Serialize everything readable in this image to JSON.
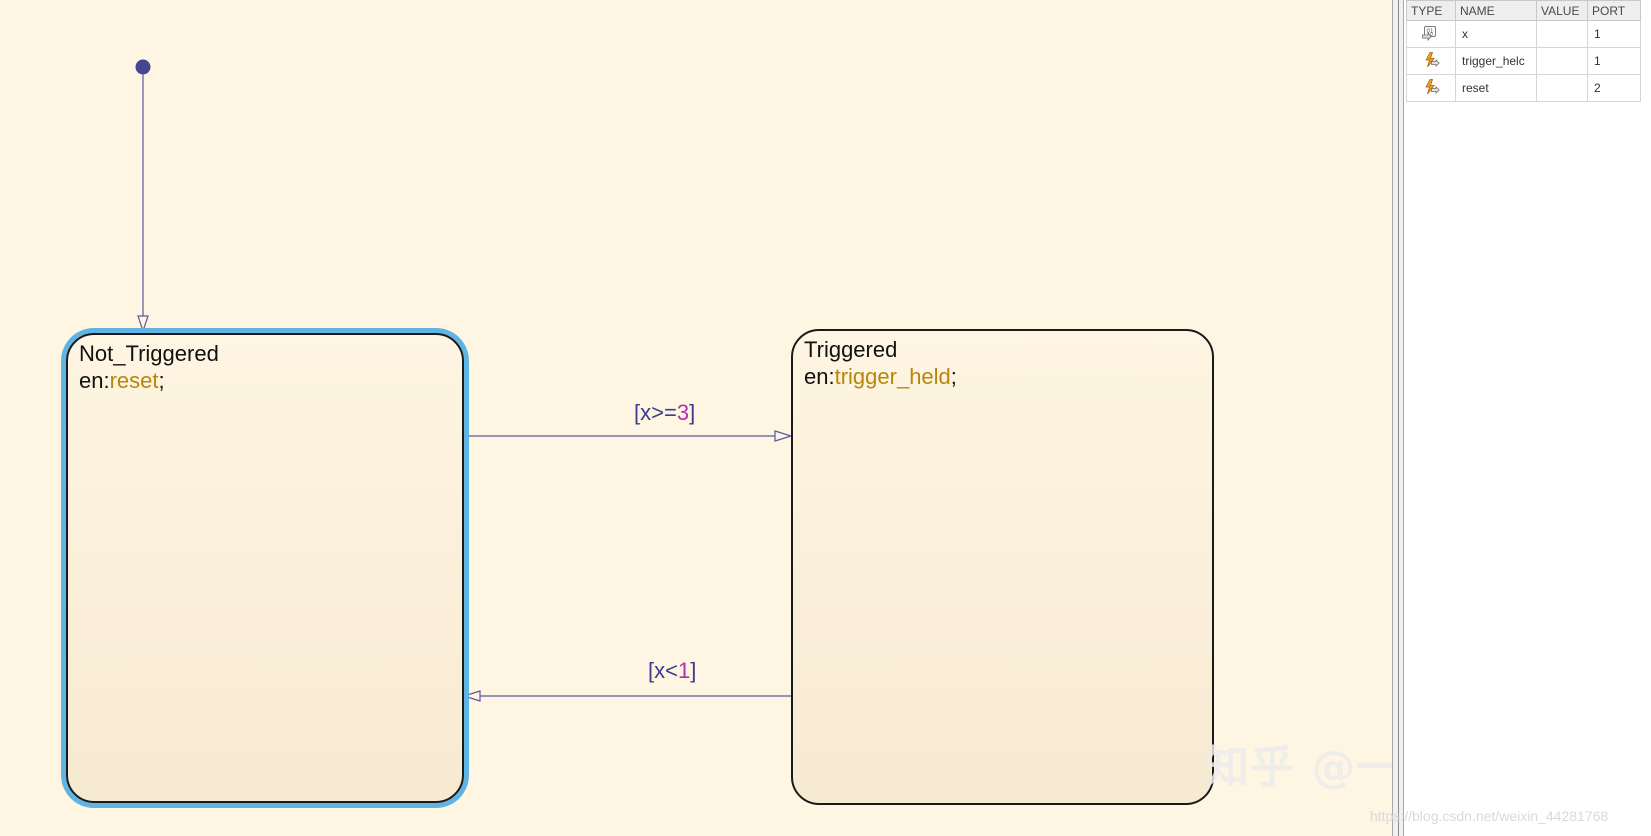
{
  "diagram": {
    "states": [
      {
        "id": "not_triggered",
        "title": "Not_Triggered",
        "action_prefix": "en:",
        "action_func": "reset",
        "action_suffix": ";",
        "selected": true
      },
      {
        "id": "triggered",
        "title": "Triggered",
        "action_prefix": "en:",
        "action_func": "trigger_held",
        "action_suffix": ";",
        "selected": false
      }
    ],
    "transitions": [
      {
        "id": "to_triggered",
        "from": "not_triggered",
        "to": "triggered",
        "cond_open": "[x>=",
        "cond_value": "3",
        "cond_close": "]"
      },
      {
        "id": "to_not_triggered",
        "from": "triggered",
        "to": "not_triggered",
        "cond_open": "[x<",
        "cond_value": "1",
        "cond_close": "]"
      }
    ],
    "default_transition": {
      "target": "not_triggered"
    },
    "colors": {
      "canvas": "#fef5e2",
      "transition": "#5a5aa0",
      "default_dot": "#434690",
      "selection": "#5fb4e4",
      "function_name": "#b8860b",
      "number": "#b030b0"
    }
  },
  "symbols_panel": {
    "columns": [
      "TYPE",
      "NAME",
      "VALUE",
      "PORT"
    ],
    "rows": [
      {
        "type_icon": "data-input-icon",
        "name": "x",
        "value": "",
        "port": "1"
      },
      {
        "type_icon": "event-output-icon",
        "name": "trigger_helc",
        "value": "",
        "port": "1"
      },
      {
        "type_icon": "event-output-icon",
        "name": "reset",
        "value": "",
        "port": "2"
      }
    ]
  },
  "watermark": {
    "zh": "知乎 @一大块肥皂",
    "url": "https://blog.csdn.net/weixin_44281768"
  }
}
